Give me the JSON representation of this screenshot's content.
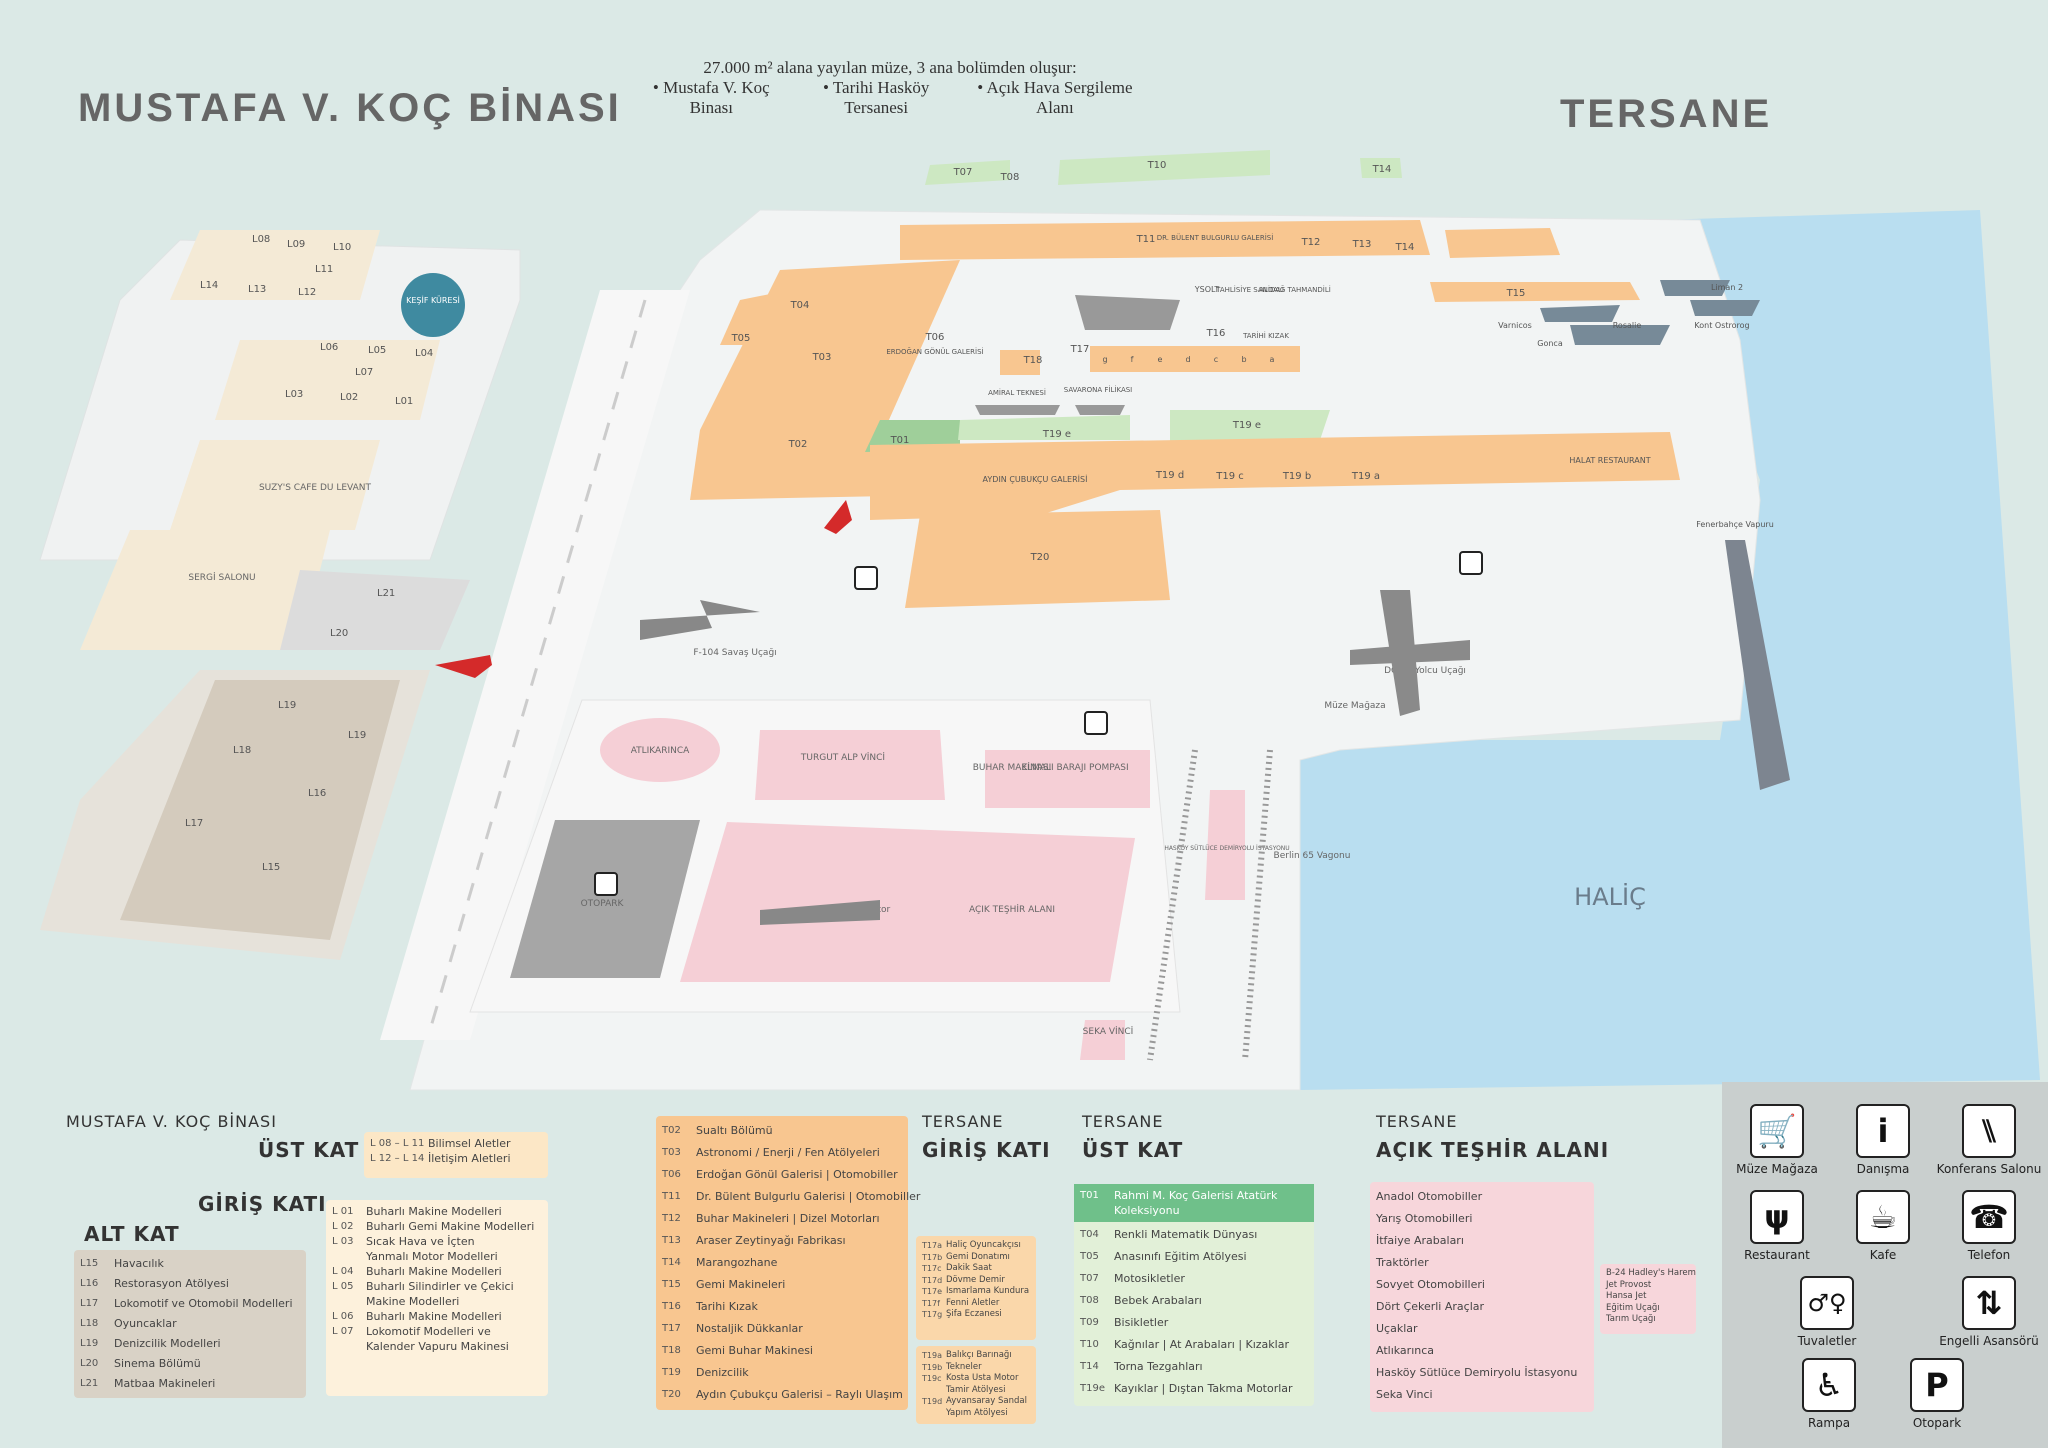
{
  "header": {
    "left_title": "MUSTAFA V. KOÇ BİNASI",
    "right_title": "TERSANE",
    "intro_line1": "27.000 m² alana yayılan müze, 3 ana bolümden oluşur:",
    "intro_items": [
      "• Mustafa V. Koç Binası",
      "• Tarihi Hasköy Tersanesi",
      "• Açık Hava Sergileme Alanı"
    ]
  },
  "map": {
    "left_building_labels": [
      "L08",
      "L09",
      "L10",
      "L11",
      "L14",
      "L13",
      "L12",
      "L06",
      "L05",
      "L04",
      "L07",
      "L03",
      "L02",
      "L01",
      "L21",
      "L20",
      "L19",
      "L18",
      "L19",
      "L16",
      "L17",
      "L15"
    ],
    "kesif_kuresi": "KEŞİF KÜRESİ",
    "suzys": "SUZY'S CAFE DU LEVANT",
    "sergi_salonu": "SERGİ SALONU",
    "tersane_labels": [
      "T07",
      "T08",
      "T10",
      "T14",
      "T11",
      "DR. BÜLENT BULGURLU GALERİSİ",
      "T12",
      "T13",
      "T14",
      "T04",
      "T05",
      "T06",
      "ERDOĞAN GÖNÜL GALERİSİ",
      "T03",
      "T18",
      "T17",
      "T15",
      "T16",
      "TARİHİ KIZAK",
      "T01",
      "T02",
      "T19 e",
      "T19 e",
      "AYDIN ÇUBUKÇU GALERİSİ",
      "T19 d",
      "T19 c",
      "T19 b",
      "T19 a",
      "HALAT RESTAURANT",
      "T20"
    ],
    "ships": [
      "YSOLT",
      "TAHLİSİYE SANDALI",
      "ALİDAĞ TAHMANDİLİ",
      "Varnicos",
      "Gonca",
      "Rosalie",
      "Kont Ostrorog",
      "Liman 2",
      "AMİRAL TEKNESİ",
      "SAVARONA FİLİKASI",
      "Fenerbahçe Vapuru"
    ],
    "kizak_letters": [
      "g",
      "f",
      "e",
      "d",
      "c",
      "b",
      "a"
    ],
    "outdoor": [
      "F-104 Savaş Uçağı",
      "DC - 3 Yolcu Uçağı",
      "Müze Mağaza",
      "ATLIKARINCA",
      "TURGUT ALP VİNCİ",
      "BUHAR MAKİNASI",
      "ELMALI BARAJI POMPASI",
      "HASKÖY SÜTLÜCE DEMİRYOLU İSTASYONU",
      "Berlin 65 Vagonu",
      "OTOPARK",
      "AÇIK TEŞHİR ALANI",
      "B-24 Liberator",
      "SEKA VİNCİ",
      "HALİÇ"
    ]
  },
  "legend_kocbinasi": {
    "heading": "MUSTAFA V. KOÇ BİNASI",
    "ust_kat": "ÜST KAT",
    "ust_kat_items": [
      [
        "L 08 – L 11",
        "Bilimsel Aletler"
      ],
      [
        "L 12 – L 14",
        "İletişim Aletleri"
      ]
    ],
    "giris_kati": "GİRİŞ KATI",
    "giris_items": [
      [
        "L 01",
        "Buharlı Makine Modelleri"
      ],
      [
        "L 02",
        "Buharlı Gemi Makine Modelleri"
      ],
      [
        "L 03",
        "Sıcak Hava ve İçten Yanmalı Motor Modelleri"
      ],
      [
        "L 04",
        "Buharlı Makine Modelleri"
      ],
      [
        "L 05",
        "Buharlı Silindirler ve Çekici Makine Modelleri"
      ],
      [
        "L 06",
        "Buharlı Makine Modelleri"
      ],
      [
        "L 07",
        "Lokomotif Modelleri ve Kalender Vapuru Makinesi"
      ]
    ],
    "alt_kat": "ALT KAT",
    "alt_items": [
      [
        "L15",
        "Havacılık"
      ],
      [
        "L16",
        "Restorasyon Atölyesi"
      ],
      [
        "L17",
        "Lokomotif ve Otomobil Modelleri"
      ],
      [
        "L18",
        "Oyuncaklar"
      ],
      [
        "L19",
        "Denizcilik Modelleri"
      ],
      [
        "L20",
        "Sinema Bölümü"
      ],
      [
        "L21",
        "Matbaa Makineleri"
      ]
    ]
  },
  "legend_giris": {
    "heading": "TERSANE",
    "sub": "GİRİŞ KATI",
    "items": [
      [
        "T02",
        "Sualtı Bölümü"
      ],
      [
        "T03",
        "Astronomi / Enerji / Fen Atölyeleri"
      ],
      [
        "T06",
        "Erdoğan Gönül Galerisi | Otomobiller"
      ],
      [
        "T11",
        "Dr. Bülent Bulgurlu Galerisi | Otomobiller"
      ],
      [
        "T12",
        "Buhar Makineleri | Dizel Motorları"
      ],
      [
        "T13",
        "Araser Zeytinyağı Fabrikası"
      ],
      [
        "T14",
        "Marangozhane"
      ],
      [
        "T15",
        "Gemi Makineleri"
      ],
      [
        "T16",
        "Tarihi Kızak"
      ],
      [
        "T17",
        "Nostaljik Dükkanlar"
      ],
      [
        "T18",
        "Gemi Buhar Makinesi"
      ],
      [
        "T19",
        "Denizcilik"
      ],
      [
        "T20",
        "Aydın Çubukçu Galerisi – Raylı Ulaşım"
      ]
    ],
    "t17_sub": [
      [
        "T17a",
        "Haliç Oyuncakçısı"
      ],
      [
        "T17b",
        "Gemi Donatımı"
      ],
      [
        "T17c",
        "Dakik Saat"
      ],
      [
        "T17d",
        "Dövme Demir"
      ],
      [
        "T17e",
        "Ismarlama Kundura"
      ],
      [
        "T17f",
        "Fenni Aletler"
      ],
      [
        "T17g",
        "Şifa Eczanesi"
      ]
    ],
    "t19_sub": [
      [
        "T19a",
        "Balıkçı Barınağı"
      ],
      [
        "T19b",
        "Tekneler"
      ],
      [
        "T19c",
        "Kosta Usta Motor Tamir Atölyesi"
      ],
      [
        "T19d",
        "Ayvansaray Sandal Yapım Atölyesi"
      ]
    ]
  },
  "legend_ust": {
    "heading": "TERSANE",
    "sub": "ÜST KAT",
    "items": [
      [
        "T01",
        "Rahmi M. Koç Galerisi Atatürk Koleksiyonu"
      ],
      [
        "T04",
        "Renkli Matematik Dünyası"
      ],
      [
        "T05",
        "Anasınıfı Eğitim Atölyesi"
      ],
      [
        "T07",
        "Motosikletler"
      ],
      [
        "T08",
        "Bebek Arabaları"
      ],
      [
        "T09",
        "Bisikletler"
      ],
      [
        "T10",
        "Kağnılar | At Arabaları | Kızaklar"
      ],
      [
        "T14",
        "Torna Tezgahları"
      ],
      [
        "T19e",
        "Kayıklar | Dıştan Takma Motorlar"
      ]
    ]
  },
  "legend_acik": {
    "heading": "TERSANE",
    "sub": "AÇIK TEŞHİR ALANI",
    "items": [
      "Anadol Otomobiller",
      "Yarış Otomobilleri",
      "İtfaiye Arabaları",
      "Traktörler",
      "Sovyet Otomobilleri",
      "Dört Çekerli Araçlar",
      "Uçaklar",
      "Atlıkarınca",
      "Hasköy Sütlüce Demiryolu İstasyonu",
      "Seka Vinci"
    ],
    "ucaklar_sub": [
      "B-24 Hadley's Harem",
      "Jet Provost",
      "Hansa Jet",
      "Eğitim Uçağı",
      "Tarım Uçağı"
    ]
  },
  "icons": [
    {
      "name": "Müze Mağaza",
      "icon": "shopping-cart-icon",
      "glyph": "🛒"
    },
    {
      "name": "Danışma",
      "icon": "info-icon",
      "glyph": "i"
    },
    {
      "name": "Konferans Salonu",
      "icon": "conference-icon",
      "glyph": "⑊"
    },
    {
      "name": "Restaurant",
      "icon": "restaurant-icon",
      "glyph": "ψ"
    },
    {
      "name": "Kafe",
      "icon": "cafe-icon",
      "glyph": "☕"
    },
    {
      "name": "Telefon",
      "icon": "phone-icon",
      "glyph": "☎"
    },
    {
      "name": "Tuvaletler",
      "icon": "wc-icon",
      "glyph": "♂♀"
    },
    {
      "name": "Engelli Asansörü",
      "icon": "accessible-elevator-icon",
      "glyph": "⇅"
    },
    {
      "name": "Rampa",
      "icon": "ramp-icon",
      "glyph": "♿"
    },
    {
      "name": "Otopark",
      "icon": "parking-icon",
      "glyph": "P"
    }
  ],
  "colors": {
    "orange": "#f8c690",
    "green": "#cde8c2",
    "pink": "#f5cfd6",
    "water": "#b9def0",
    "beige": "#f4ead6",
    "stone": "#d4cbbd"
  }
}
